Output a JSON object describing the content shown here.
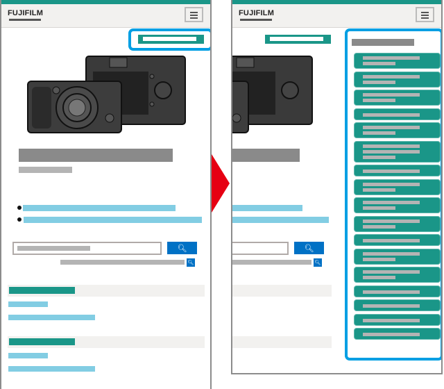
{
  "header": {
    "logo_text": "FUJIFILM",
    "menu_icon": "hamburger-icon"
  },
  "colors": {
    "brand_teal": "#1a9688",
    "highlight": "#009fe3",
    "link": "#82cde3",
    "search_button": "#0071c5",
    "arrow": "#e60012"
  },
  "panels": [
    {
      "state": "before",
      "highlighted": "menu-button"
    },
    {
      "state": "after",
      "highlighted": "menu-panel"
    }
  ],
  "menu_panel": {
    "item_line_counts": [
      2,
      2,
      2,
      1,
      2,
      3,
      1,
      2,
      2,
      2,
      1,
      2,
      2,
      1,
      1,
      1,
      1
    ]
  }
}
